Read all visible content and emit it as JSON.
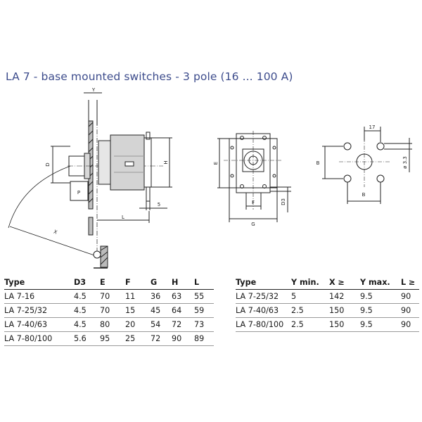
{
  "title": "LA 7 - base mounted switches -  3 pole (16 ... 100 A)",
  "drawing_labels": {
    "Y": "Y",
    "D": "D",
    "P": "P",
    "X": "X",
    "L": "L",
    "H": "H",
    "n5": "5",
    "E": "E",
    "F": "F",
    "G": "G",
    "D3": "D3",
    "n17": "17",
    "B_vert": "B",
    "B_horiz": "B",
    "dia": "ø 3.3"
  },
  "table1": {
    "headers": [
      "Type",
      "D3",
      "E",
      "F",
      "G",
      "H",
      "L"
    ],
    "rows": [
      [
        "LA 7-16",
        "4.5",
        "70",
        "11",
        "36",
        "63",
        "55"
      ],
      [
        "LA 7-25/32",
        "4.5",
        "70",
        "15",
        "45",
        "64",
        "59"
      ],
      [
        "LA 7-40/63",
        "4.5",
        "80",
        "20",
        "54",
        "72",
        "73"
      ],
      [
        "LA 7-80/100",
        "5.6",
        "95",
        "25",
        "72",
        "90",
        "89"
      ]
    ]
  },
  "table2": {
    "headers": [
      "Type",
      "Y min.",
      "X ≥",
      "Y max.",
      "L ≥"
    ],
    "rows": [
      [
        "LA 7-25/32",
        "5",
        "142",
        "9.5",
        "90"
      ],
      [
        "LA 7-40/63",
        "2.5",
        "150",
        "9.5",
        "90"
      ],
      [
        "LA 7-80/100",
        "2.5",
        "150",
        "9.5",
        "90"
      ]
    ]
  }
}
